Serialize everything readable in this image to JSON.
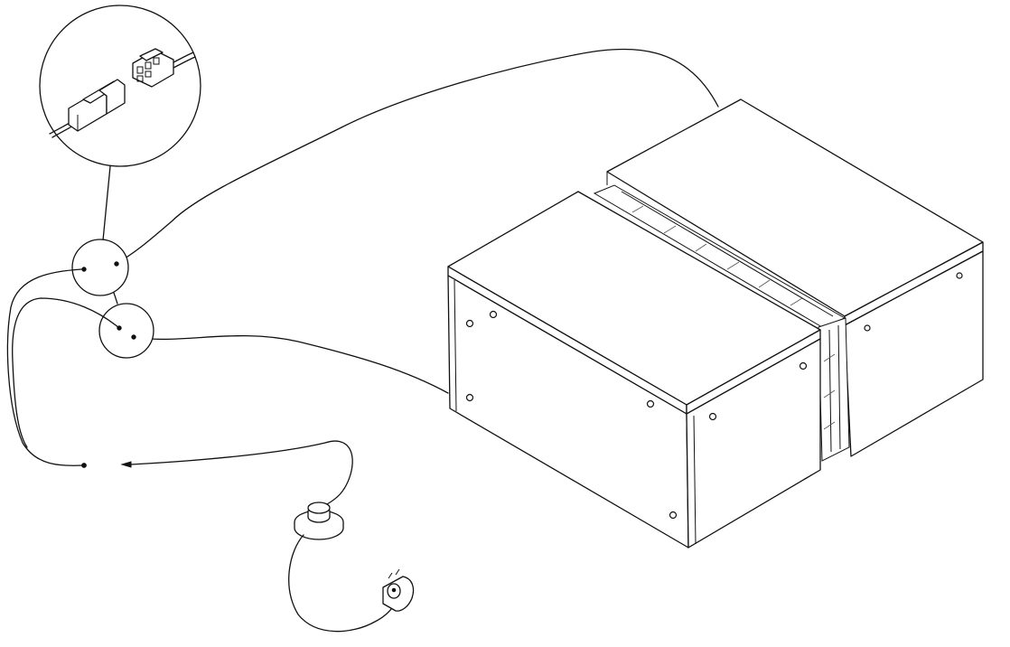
{
  "diagram": {
    "kind": "furniture-led-wiring-assembly",
    "components": [
      {
        "id": "cabinet-front",
        "icon": "cabinet-box"
      },
      {
        "id": "cabinet-rear",
        "icon": "cabinet-box"
      },
      {
        "id": "glass-panel",
        "icon": "glass-panel"
      },
      {
        "id": "connector-detail",
        "icon": "magnifier-callout"
      },
      {
        "id": "foot-switch",
        "icon": "round-switch"
      },
      {
        "id": "power-plug",
        "icon": "wall-plug"
      }
    ],
    "colors": {
      "line": "#111111",
      "background": "#ffffff"
    }
  }
}
